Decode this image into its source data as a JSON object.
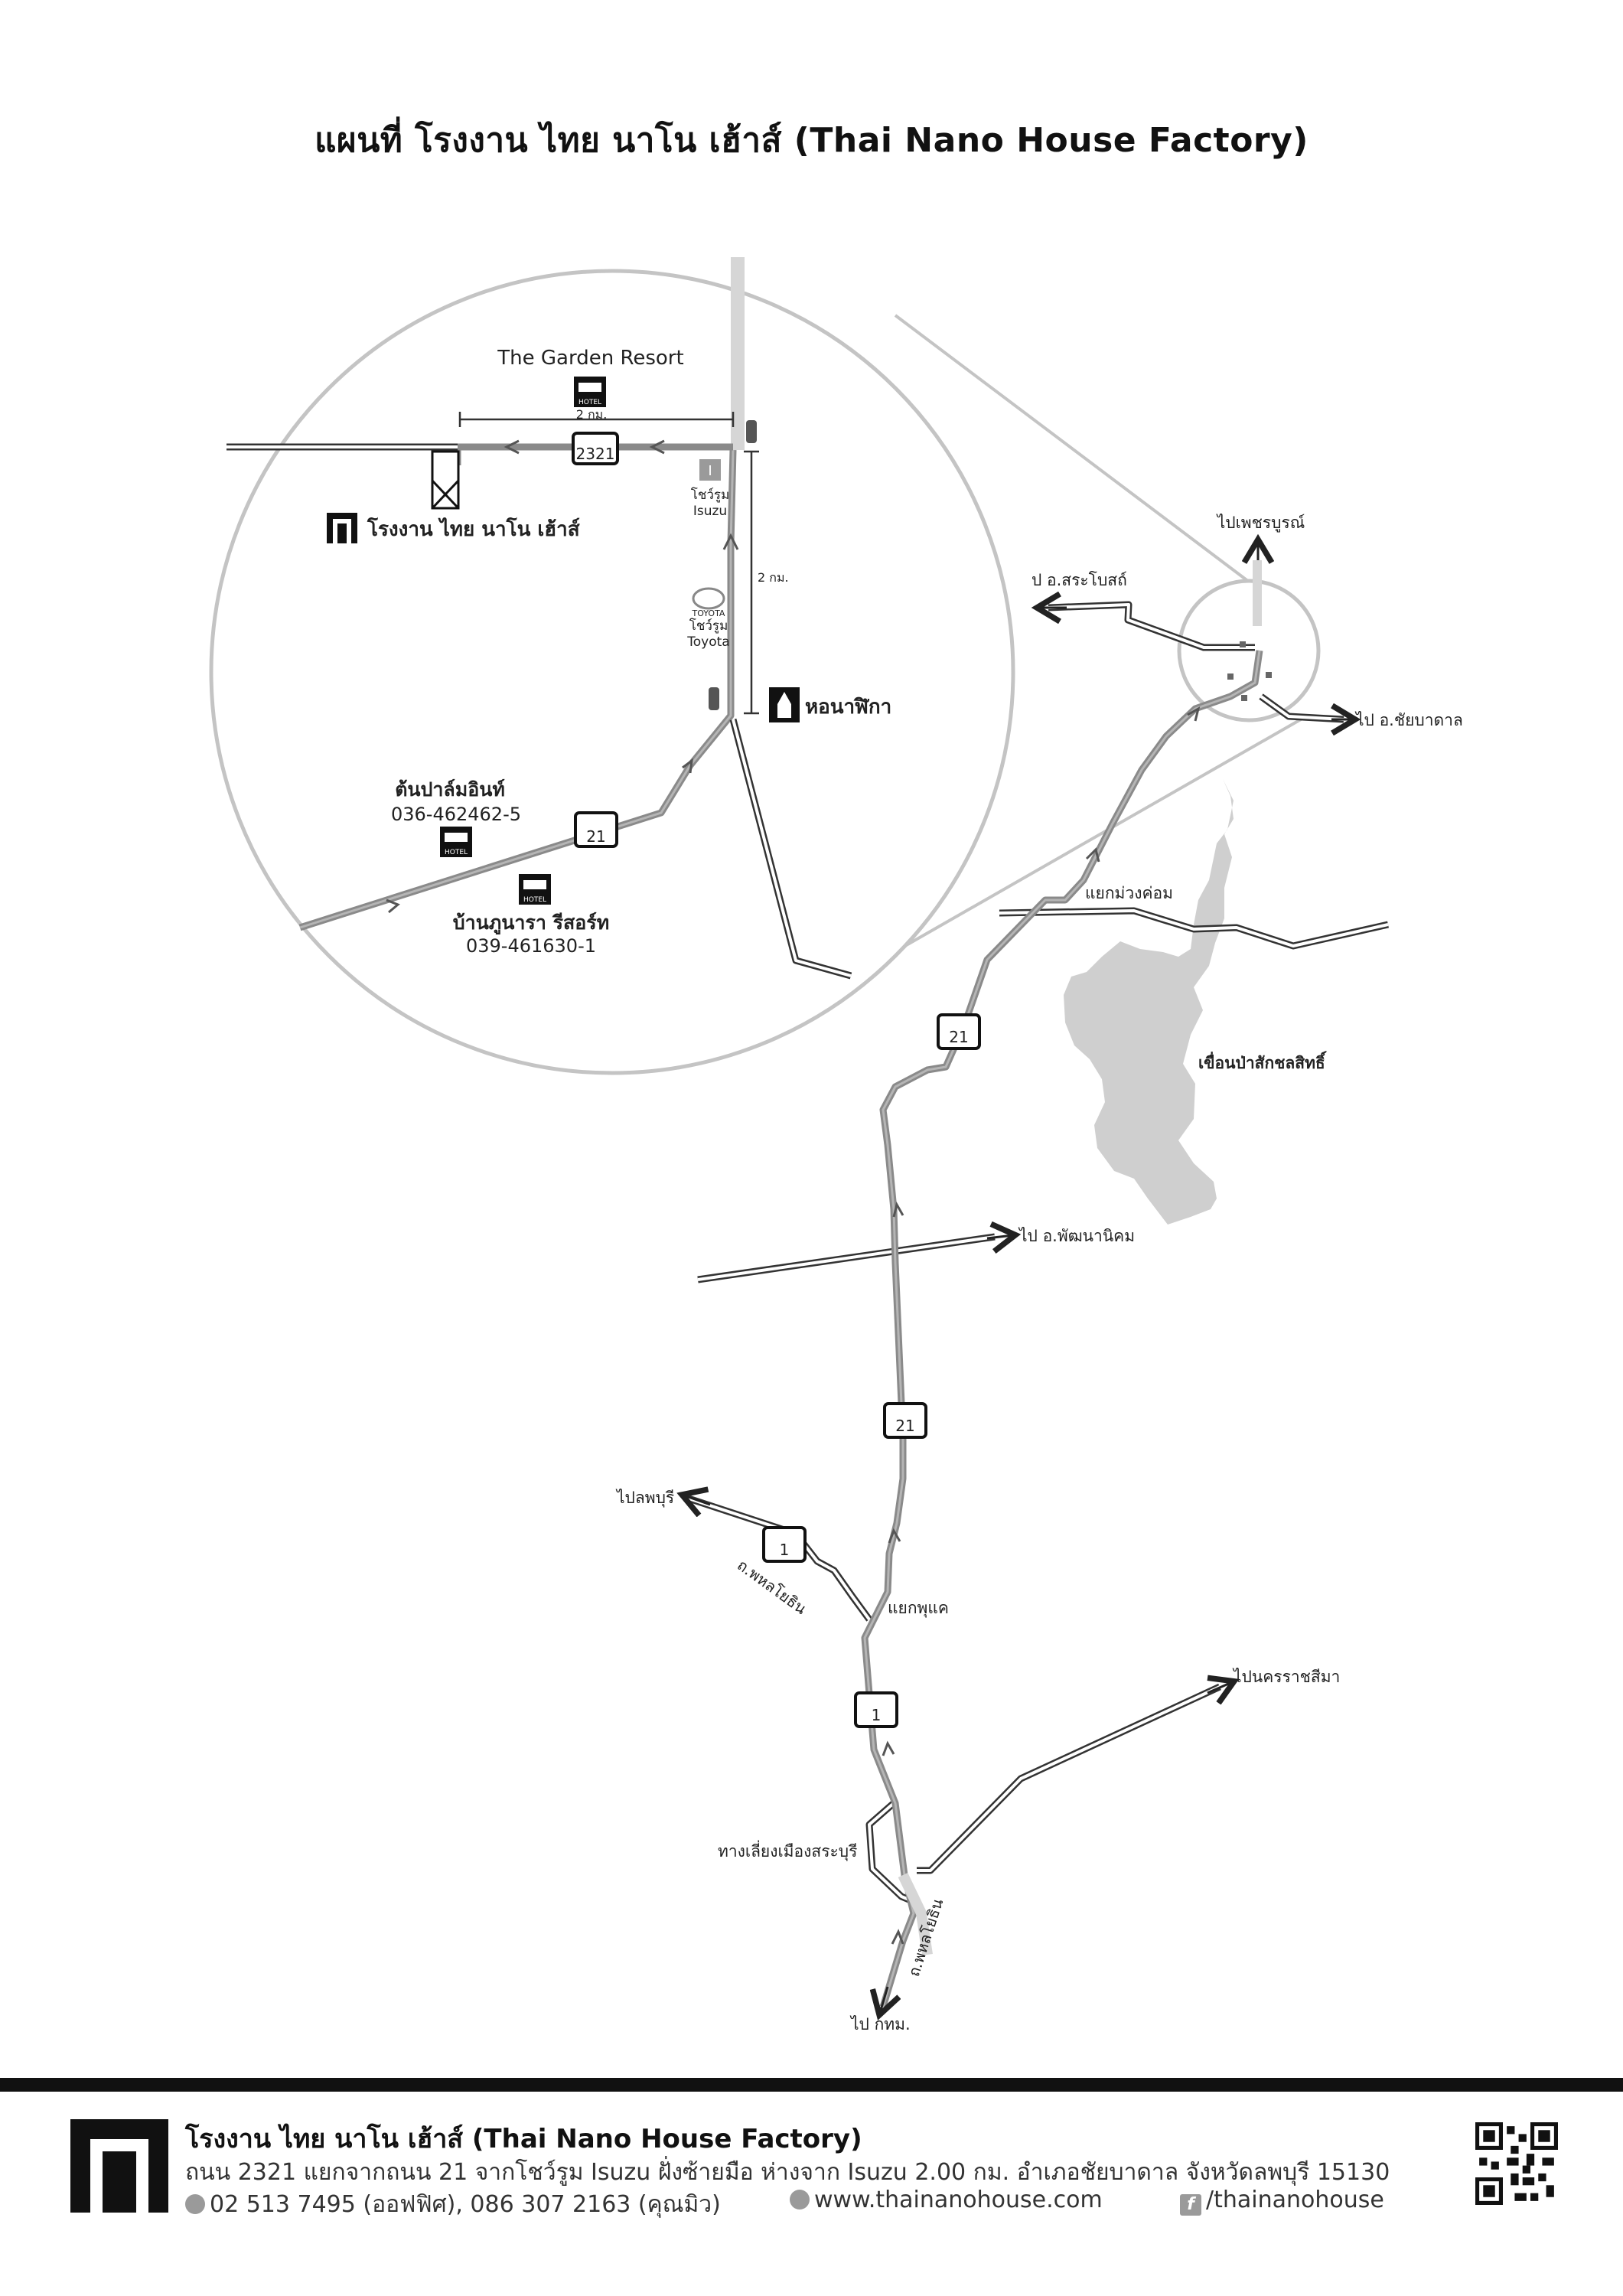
{
  "title": "แผนที่ โรงงาน ไทย นาโน เฮ้าส์ (Thai Nano House Factory)",
  "inset": {
    "garden_resort": "The Garden Resort",
    "dist_horizontal": "2 กม.",
    "dist_vertical": "2 กม.",
    "route_2321": "2321",
    "factory_label": "โรงงาน ไทย นาโน เฮ้าส์",
    "isuzu_line1": "โชว์รูม",
    "isuzu_line2": "Isuzu",
    "toyota_brand": "TOYOTA",
    "toyota_line1": "โชว์รูม",
    "toyota_line2": "Toyota",
    "tower_label": "หอนาฬิกา",
    "tonpalm_name": "ต้นปาล์มอินท์",
    "tonpalm_phone": "036-462462-5",
    "route_21": "21",
    "banphunara_name": "บ้านภูนารา รีสอร์ท",
    "banphunara_phone": "039-461630-1",
    "hotel_text": "HOTEL"
  },
  "map": {
    "to_phetchabun": "ไปเพชรบูรณ์",
    "to_srabot": "ป อ.สระโบสถ์",
    "to_chaibadan": "ไป อ.ชัยบาดาล",
    "muang_khom": "แยกม่วงค่อม",
    "dam": "เขื่อนป่าสักชลสิทธิ์",
    "route_21_a": "21",
    "to_phatthananikhom": "ไป อ.พัฒนานิคม",
    "route_21_b": "21",
    "to_lopburi": "ไปลพบุรี",
    "route_1_a": "1",
    "phahon_a": "ถ.พหลโยธิน",
    "phu_khae": "แยกพุแค",
    "to_nakhon_ratchasima": "ไปนครราชสีมา",
    "route_1_b": "1",
    "saraburi_bypass": "ทางเลี่ยงเมืองสระบุรี",
    "phahon_b": "ถ.พหลโยธิน",
    "to_bangkok": "ไป กทม."
  },
  "footer": {
    "name": "โรงงาน ไทย นาโน เฮ้าส์ (Thai Nano House Factory)",
    "address": "ถนน 2321 แยกจากถนน 21 จากโชว์รูม Isuzu ฝั่งซ้ายมือ ห่างจาก Isuzu 2.00 กม. อำเภอชัยบาดาล จังหวัดลพบุรี 15130",
    "phone": "02 513 7495 (ออฟฟิศ),  086 307 2163 (คุณมิว)",
    "website": "www.thainanohouse.com",
    "facebook": "/thainanohouse"
  },
  "colors": {
    "route_gray": "#8a8a8a",
    "circle_gray": "#c4c4c4",
    "dam_gray": "#cfcfcf",
    "black": "#111111"
  }
}
